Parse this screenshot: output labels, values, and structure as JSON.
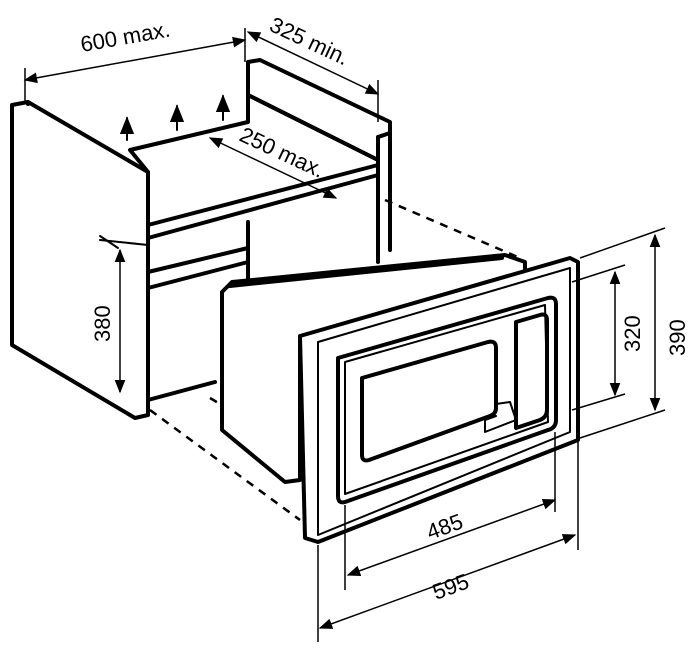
{
  "dimensions": {
    "cabinet_width": "600 max.",
    "cabinet_depth": "325 min.",
    "rear_depth": "250 max.",
    "niche_height": "380",
    "frame_height": "390",
    "window_height": "320",
    "window_width": "485",
    "frame_width": "595"
  },
  "arrows": {
    "count": 3,
    "icon": "up-arrow-icon"
  }
}
